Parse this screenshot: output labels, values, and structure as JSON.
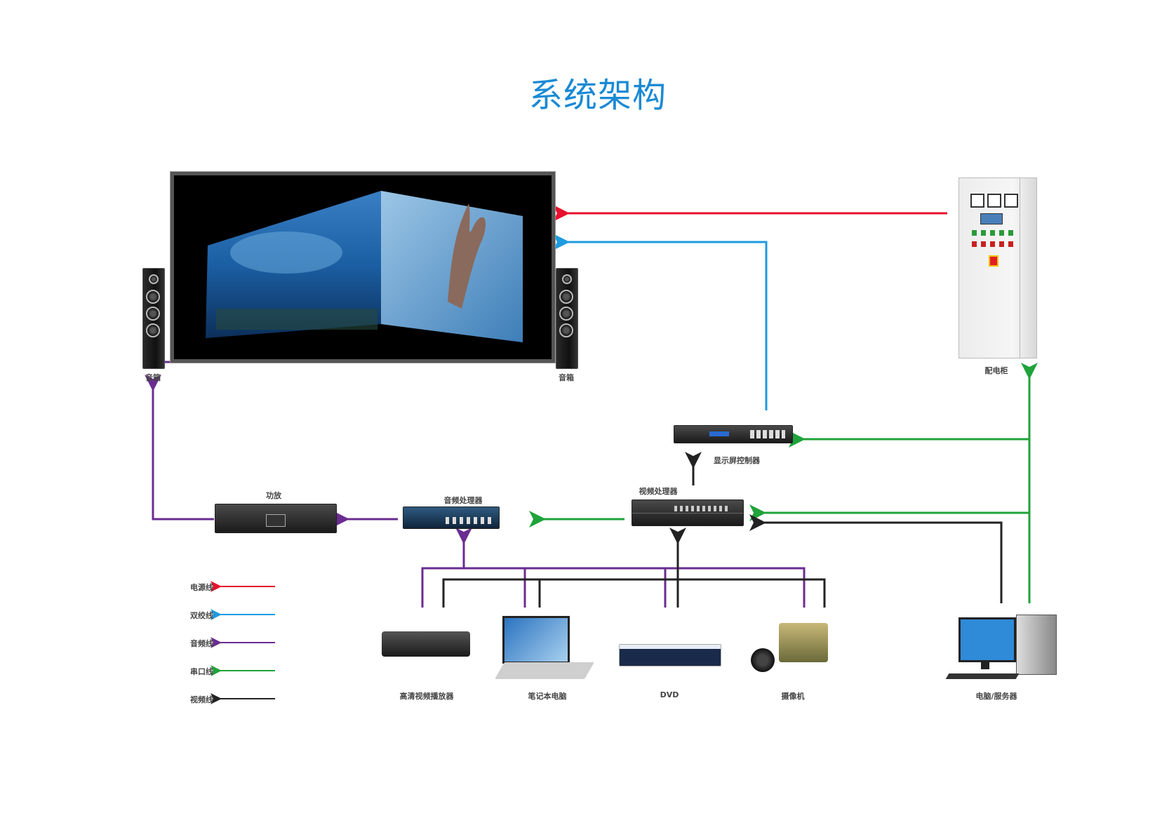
{
  "title": "系统架构",
  "devices": {
    "led_screen": {
      "label": ""
    },
    "speaker_left": {
      "label": "音箱"
    },
    "speaker_right": {
      "label": "音箱"
    },
    "power_cabinet": {
      "label": "配电柜"
    },
    "display_controller": {
      "label": "显示屏控制器"
    },
    "video_processor": {
      "label": "视频处理器"
    },
    "audio_processor": {
      "label": "音频处理器"
    },
    "amplifier": {
      "label": "功放"
    },
    "hd_player": {
      "label": "高清视频播放器"
    },
    "laptop": {
      "label": "笔记本电脑"
    },
    "dvd": {
      "label": "DVD"
    },
    "camera": {
      "label": "摄像机"
    },
    "computer_server": {
      "label": "电脑/服务器"
    }
  },
  "legend": [
    {
      "label": "电源线",
      "color": "#e8112d"
    },
    {
      "label": "双绞线",
      "color": "#1e9be0"
    },
    {
      "label": "音频线",
      "color": "#6a2c91"
    },
    {
      "label": "串口线",
      "color": "#1fa33a"
    },
    {
      "label": "视频线",
      "color": "#222222"
    }
  ],
  "colors": {
    "power": "#e8112d",
    "twisted_pair": "#1e9be0",
    "audio": "#6a2c91",
    "serial": "#1fa33a",
    "video": "#222222",
    "title": "#1a8ad4"
  }
}
